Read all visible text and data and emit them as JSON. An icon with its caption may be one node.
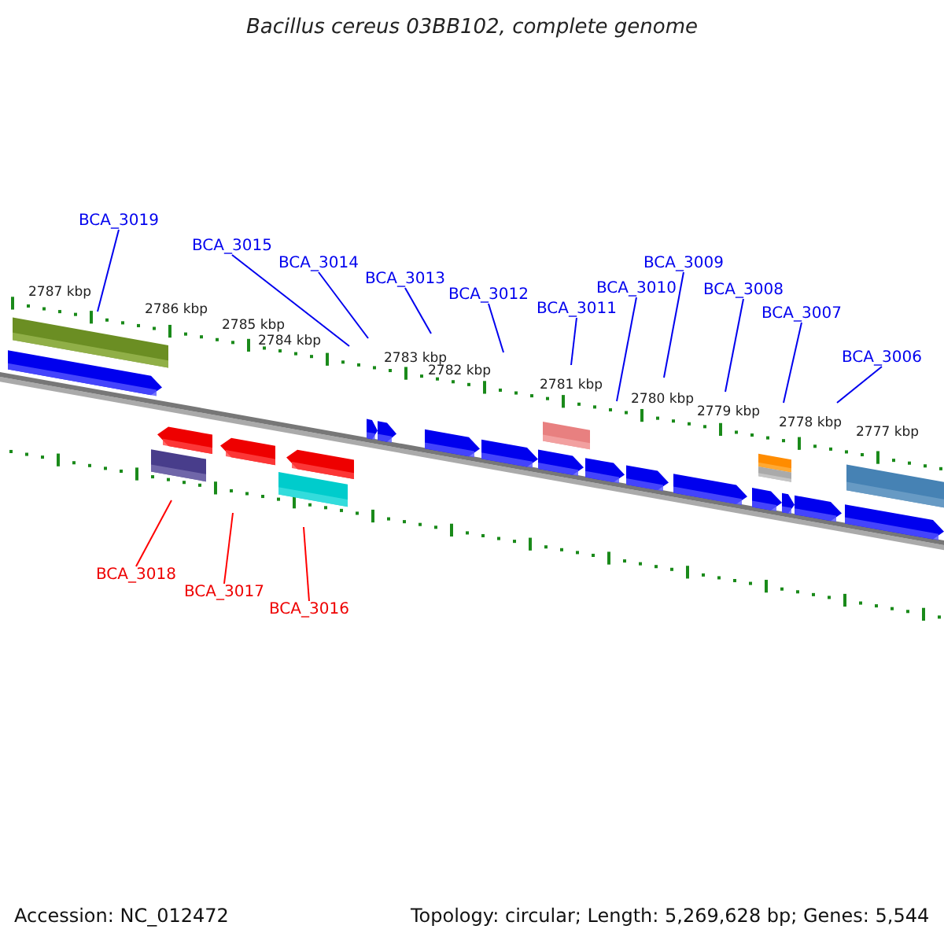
{
  "diagram": {
    "title": "Bacillus cereus 03BB102, complete genome",
    "nodes": [
      {
        "text": [
          "BCA_3019"
        ]
      },
      {
        "text": [
          "BCA_3015"
        ]
      },
      {
        "text": [
          "BCA_3014"
        ]
      },
      {
        "text": [
          "BCA_3013"
        ]
      },
      {
        "text": [
          "BCA_3012"
        ]
      },
      {
        "text": [
          "BCA_3011"
        ]
      },
      {
        "text": [
          "BCA_3010"
        ]
      },
      {
        "text": [
          "BCA_3009"
        ]
      },
      {
        "text": [
          "BCA_3008"
        ]
      },
      {
        "text": [
          "BCA_3007"
        ]
      },
      {
        "text": [
          "BCA_3006"
        ]
      },
      {
        "text": [
          "BCA_3018"
        ]
      },
      {
        "text": [
          "BCA_3017"
        ]
      },
      {
        "text": [
          "BCA_3016"
        ]
      }
    ],
    "edges": [
      {
        "from": 0,
        "to": null,
        "arrow": "none"
      },
      {
        "from": 1,
        "to": null,
        "arrow": "none"
      },
      {
        "from": 2,
        "to": null,
        "arrow": "none"
      },
      {
        "from": 3,
        "to": null,
        "arrow": "none"
      },
      {
        "from": 4,
        "to": null,
        "arrow": "none"
      },
      {
        "from": 5,
        "to": null,
        "arrow": "none"
      },
      {
        "from": 6,
        "to": null,
        "arrow": "none"
      },
      {
        "from": 7,
        "to": null,
        "arrow": "none"
      },
      {
        "from": 8,
        "to": null,
        "arrow": "none"
      },
      {
        "from": 9,
        "to": null,
        "arrow": "none"
      },
      {
        "from": 10,
        "to": null,
        "arrow": "none"
      },
      {
        "from": 11,
        "to": null,
        "arrow": "none",
        "color": "#ff0000"
      },
      {
        "from": 12,
        "to": null,
        "arrow": "none",
        "color": "#ff0000"
      },
      {
        "from": 13,
        "to": null,
        "arrow": "none",
        "color": "#ff0000"
      }
    ],
    "labels": [
      "2787 kbp",
      "2786 kbp",
      "2785 kbp",
      "2784 kbp",
      "2783 kbp",
      "2782 kbp",
      "2781 kbp",
      "2780 kbp",
      "2779 kbp",
      "2778 kbp",
      "2777 kbp",
      "Accession: NC_012472",
      "Topology: circular; Length: 5,269,628 bp; Genes: 5,544"
    ]
  }
}
